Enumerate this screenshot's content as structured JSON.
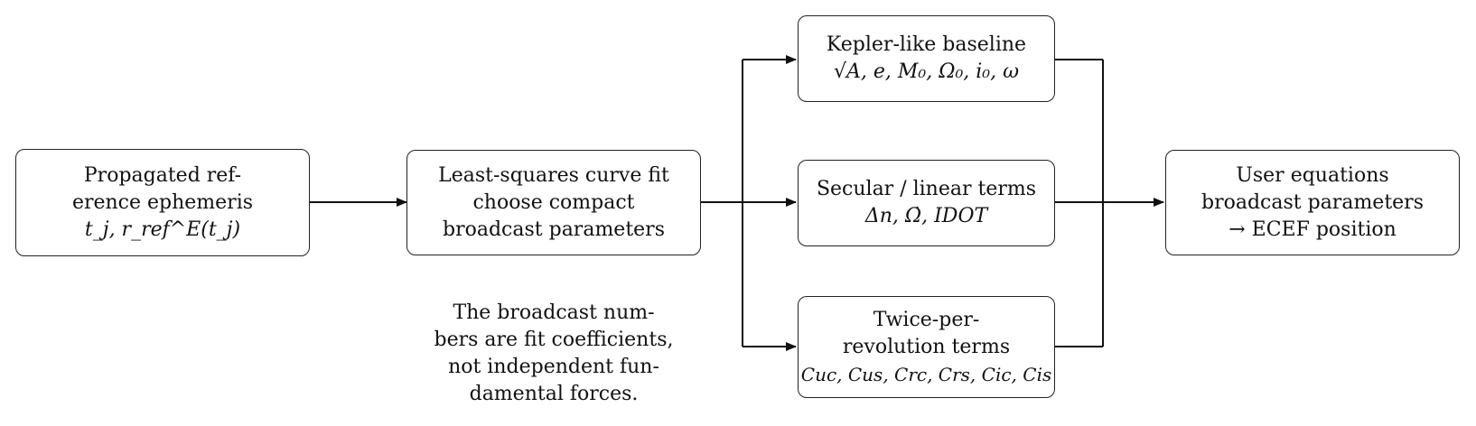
{
  "nodes": {
    "ephemeris": {
      "line1": "Propagated ref-",
      "line2": "erence ephemeris",
      "line3": "t_j,   r_ref^E(t_j)"
    },
    "fit": {
      "line1": "Least-squares curve fit",
      "line2": "choose compact",
      "line3": "broadcast parameters"
    },
    "kepler": {
      "line1": "Kepler-like baseline",
      "line2": "√A, e, M₀, Ω₀, i₀, ω"
    },
    "secular": {
      "line1": "Secular / linear terms",
      "line2": "Δn,  Ω̇,  IDOT"
    },
    "twice": {
      "line1": "Twice-per-",
      "line2": "revolution terms",
      "line3": "Cuc, Cus, Crc, Crs, Cic, Cis"
    },
    "user": {
      "line1": "User equations",
      "line2": "broadcast parameters",
      "line3": "→ ECEF position"
    }
  },
  "note": {
    "line1": "The broadcast num-",
    "line2": "bers are fit coefficients,",
    "line3": "not independent fun-",
    "line4": "damental forces."
  },
  "colors": {
    "stroke": "#111111",
    "text": "#111111",
    "background": "#ffffff"
  }
}
